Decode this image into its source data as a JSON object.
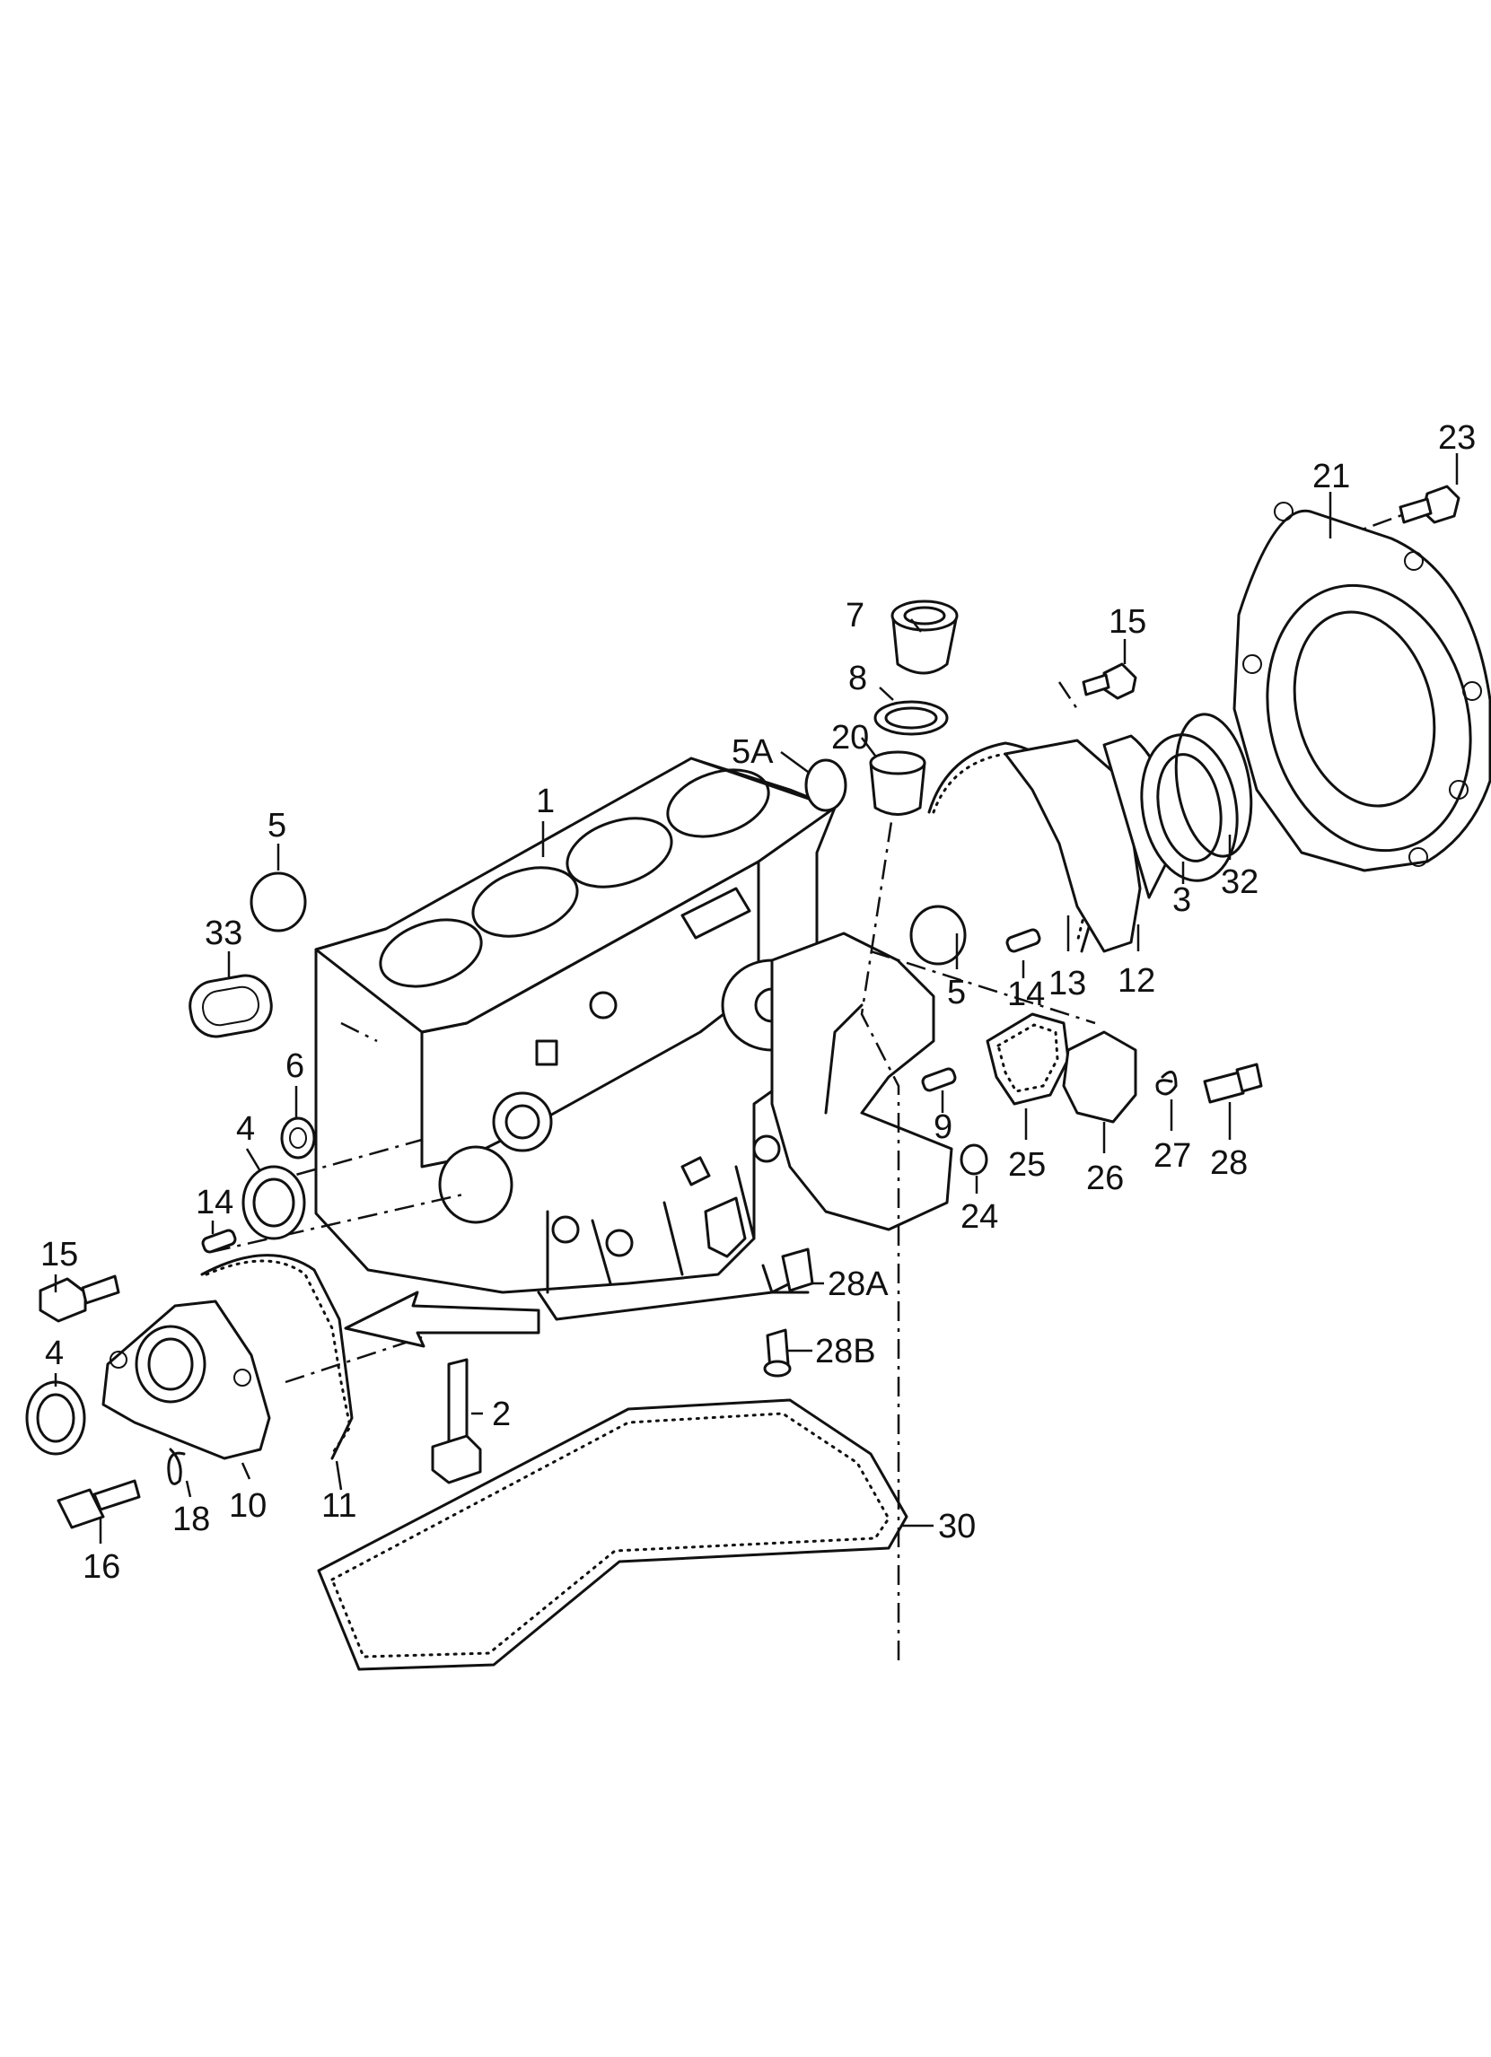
{
  "labels": {
    "p1": "1",
    "p2": "2",
    "p3": "3",
    "p4a": "4",
    "p4b": "4",
    "p5a": "5",
    "p5b": "5",
    "p5A": "5A",
    "p6": "6",
    "p7": "7",
    "p8": "8",
    "p9": "9",
    "p10": "10",
    "p11": "11",
    "p12": "12",
    "p13": "13",
    "p14a": "14",
    "p14b": "14",
    "p15a": "15",
    "p15b": "15",
    "p16": "16",
    "p18": "18",
    "p20": "20",
    "p21": "21",
    "p23": "23",
    "p24": "24",
    "p25": "25",
    "p26": "26",
    "p27": "27",
    "p28": "28",
    "p28A": "28A",
    "p28B": "28B",
    "p30": "30",
    "p32": "32",
    "p33": "33"
  }
}
